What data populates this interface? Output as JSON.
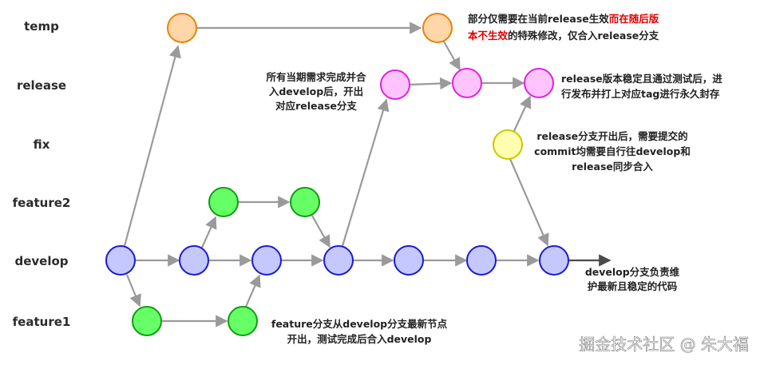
{
  "lanes": {
    "temp": "temp",
    "release": "release",
    "fix": "fix",
    "feature2": "feature2",
    "develop": "develop",
    "feature1": "feature1"
  },
  "notes": {
    "temp_line1_a": "部分仅需要在当前release生效",
    "temp_line1_b": "而在随后版",
    "temp_line2_a": "本不生效",
    "temp_line2_b": "的特殊修改，仅合入release分支",
    "release_cut_line1": "所有当期需求完成并合",
    "release_cut_line2": "入develop后，开出",
    "release_cut_line3": "对应release分支",
    "release_final_line1": "release版本稳定且通过测试后，进",
    "release_final_line2": "行发布并打上对应tag进行永久封存",
    "fix_line1": "release分支开出后，需要提交的",
    "fix_line2": "commit均需要自行往develop和",
    "fix_line3": "release同步合入",
    "develop_line1": "develop分支负责维",
    "develop_line2": "护最新且稳定的代码",
    "feature1_line1": "feature分支从develop分支最新节点",
    "feature1_line2": "开出，测试完成后合入develop"
  },
  "watermark": "掘金技术社区 @ 朱大福",
  "colors": {
    "temp": {
      "fill": "#ffd6a8",
      "stroke": "#e8820a"
    },
    "release": {
      "fill": "#ffc4ff",
      "stroke": "#e020e0"
    },
    "fix": {
      "fill": "#ffffb0",
      "stroke": "#c8c800"
    },
    "feature": {
      "fill": "#66ff66",
      "stroke": "#139a13"
    },
    "develop": {
      "fill": "#c4c8ff",
      "stroke": "#1a1ad0"
    },
    "edge": "#9a9a9a",
    "note_red": "#e00000"
  }
}
